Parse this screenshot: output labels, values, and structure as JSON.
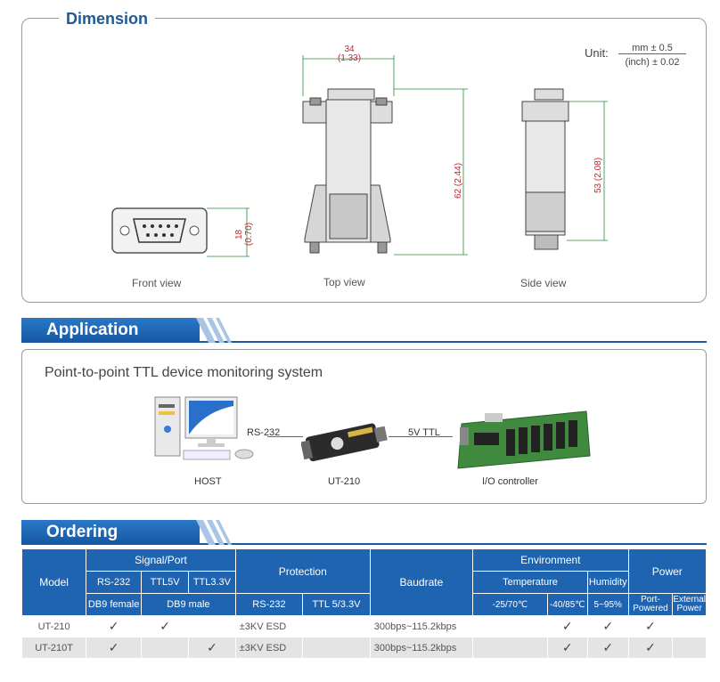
{
  "dimension": {
    "title": "Dimension",
    "unit_label": "Unit:",
    "unit_numerator": "mm ± 0.5",
    "unit_denominator": "(inch) ± 0.02",
    "front": {
      "caption": "Front view",
      "height_mm": "18",
      "height_in": "(0.70)"
    },
    "top": {
      "caption": "Top view",
      "width_mm": "34",
      "width_in": "(1.33)",
      "height_mm": "62",
      "height_in": "(2.44)"
    },
    "side": {
      "caption": "Side view",
      "height_mm": "53",
      "height_in": "(2.08)"
    }
  },
  "application": {
    "title": "Application",
    "subtitle": "Point-to-point TTL device monitoring system",
    "link1": "RS-232",
    "link2": "5V TTL",
    "host": "HOST",
    "device": "UT-210",
    "controller": "I/O controller"
  },
  "ordering": {
    "title": "Ordering",
    "header": {
      "model": "Model",
      "signal_port": "Signal/Port",
      "rs232": "RS-232",
      "ttl5v": "TTL5V",
      "ttl33": "TTL3.3V",
      "db9female": "DB9 female",
      "db9male": "DB9 male",
      "protection": "Protection",
      "prot_rs232": "RS-232",
      "prot_ttl": "TTL 5/3.3V",
      "baudrate": "Baudrate",
      "environment": "Environment",
      "temperature": "Temperature",
      "humidity": "Humidity",
      "temp1": "-25/70℃",
      "temp2": "-40/85℃",
      "hum_range": "5~95%",
      "power": "Power",
      "port_powered": "Port-Powered",
      "external_power": "External Power"
    },
    "rows": [
      {
        "model": "UT-210",
        "protection": "±3KV ESD",
        "baudrate": "300bps~115.2kbps",
        "checks": [
          true,
          true,
          false,
          false,
          false,
          true,
          true,
          true,
          false
        ]
      },
      {
        "model": "UT-210T",
        "protection": "±3KV ESD",
        "baudrate": "300bps~115.2kbps",
        "checks": [
          true,
          false,
          true,
          false,
          false,
          true,
          true,
          true,
          false
        ]
      }
    ],
    "check_mark": "✓"
  },
  "colors": {
    "brand_blue": "#1e64b0",
    "dimension_red": "#c0272d"
  }
}
